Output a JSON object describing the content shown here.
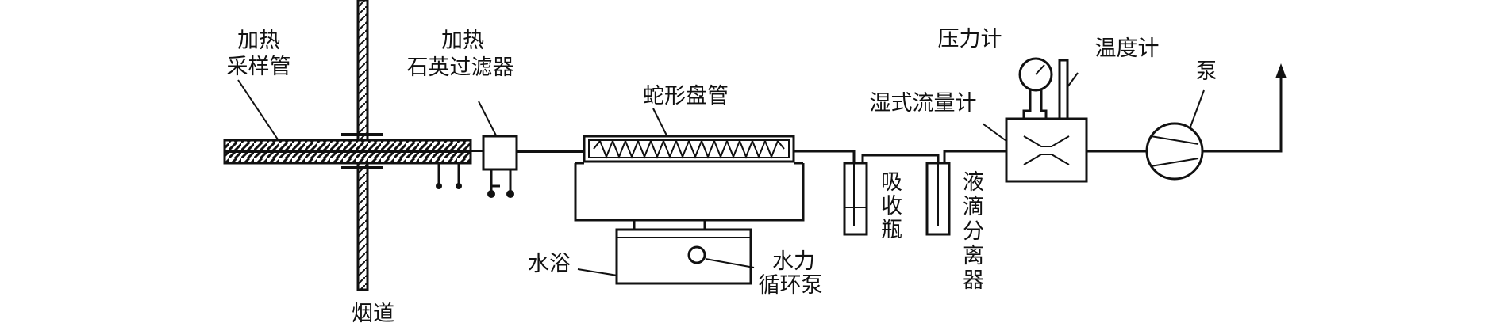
{
  "labels": {
    "heated_probe_l1": "加热",
    "heated_probe_l2": "采样管",
    "heated_filter_l1": "加热",
    "heated_filter_l2": "石英过滤器",
    "coil": "蛇形盘管",
    "flue": "烟道",
    "water_bath": "水浴",
    "hydraulic_pump_l1": "水力",
    "hydraulic_pump_l2": "循环泵",
    "absorber_c1": "吸",
    "absorber_c2": "收",
    "absorber_c3": "瓶",
    "separator_c1": "液",
    "separator_c2": "滴",
    "separator_c3": "分",
    "separator_c4": "离",
    "separator_c5": "器",
    "wet_meter": "湿式流量计",
    "pressure_gauge": "压力计",
    "thermometer": "温度计",
    "pump": "泵"
  },
  "colors": {
    "ink": "#111111",
    "background": "#ffffff"
  }
}
